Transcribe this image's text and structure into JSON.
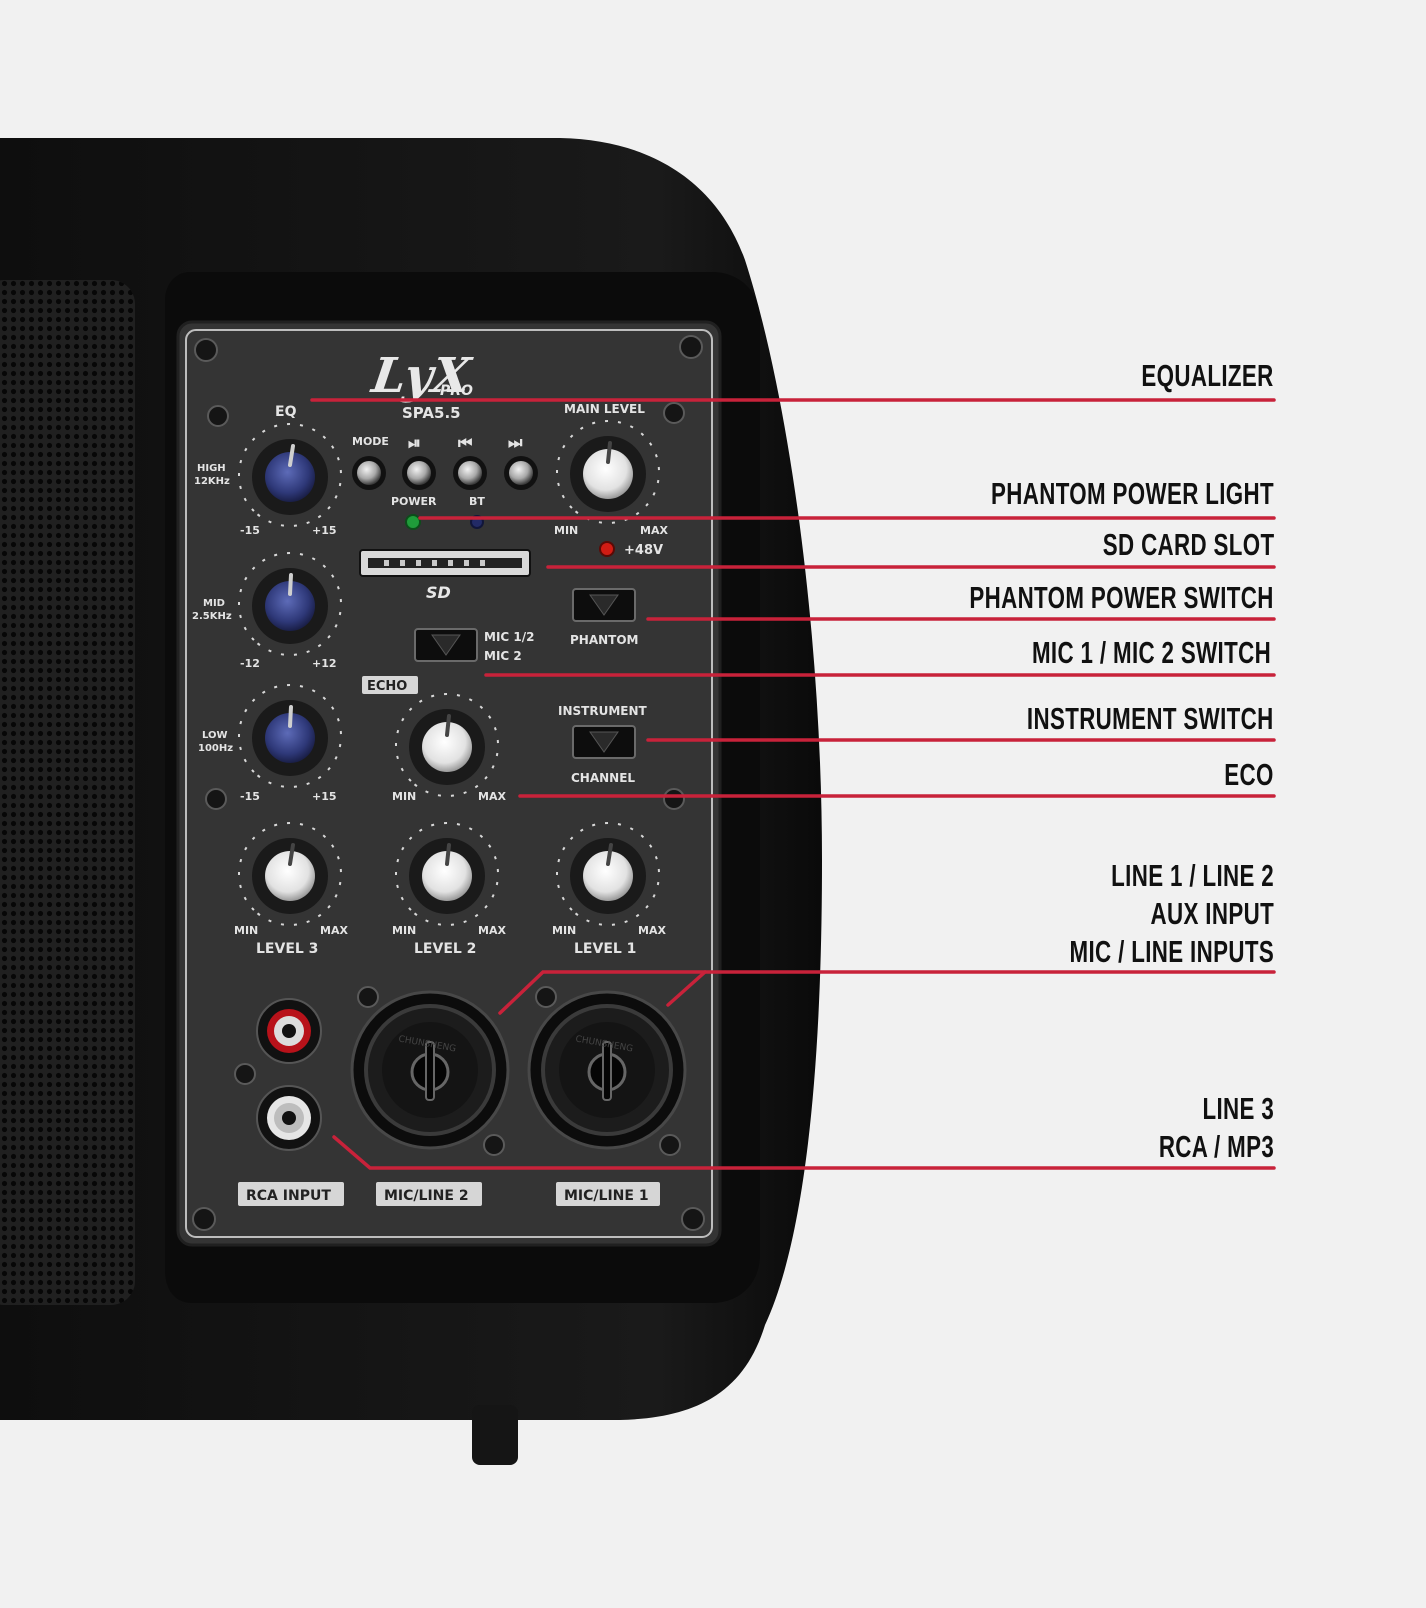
{
  "brand": {
    "logo": "LyX",
    "logo_sub": "PRO",
    "model": "SPA5.5"
  },
  "colors": {
    "accent": "#c8223a",
    "panel": "#343434",
    "body": "#111111",
    "background": "#f1f1f1"
  },
  "panel": {
    "eq": "EQ",
    "high": [
      "HIGH",
      "12KHz"
    ],
    "mid": [
      "MID",
      "2.5KHz"
    ],
    "low": [
      "LOW",
      "100Hz"
    ],
    "high_range": [
      "-15",
      "+15"
    ],
    "mid_range": [
      "-12",
      "+12"
    ],
    "low_range": [
      "-15",
      "+15"
    ],
    "mode": "MODE",
    "play_pause": "⏯",
    "prev": "⏮",
    "next": "⏭",
    "power": "POWER",
    "bt": "BT",
    "main_level": "MAIN LEVEL",
    "min": "MIN",
    "max": "MAX",
    "phantom_voltage": "+48V",
    "sd": "SD",
    "phantom": "PHANTOM",
    "mic_switch": [
      "MIC 1/2",
      "MIC 2"
    ],
    "echo": "ECHO",
    "instrument": "INSTRUMENT",
    "channel": "CHANNEL",
    "level3": "LEVEL 3",
    "level2": "LEVEL 2",
    "level1": "LEVEL 1",
    "rca_input": "RCA INPUT",
    "mic_line2": "MIC/LINE 2",
    "mic_line1": "MIC/LINE 1",
    "combo_brand": "CHUNSHENG"
  },
  "callouts": [
    {
      "lines": [
        "EQUALIZER"
      ]
    },
    {
      "lines": [
        "PHANTOM POWER LIGHT"
      ]
    },
    {
      "lines": [
        "SD CARD SLOT"
      ]
    },
    {
      "lines": [
        "PHANTOM POWER SWITCH"
      ]
    },
    {
      "lines": [
        "MIC 1 / MIC 2 SWITCH"
      ]
    },
    {
      "lines": [
        "INSTRUMENT SWITCH"
      ]
    },
    {
      "lines": [
        "ECO"
      ]
    },
    {
      "lines": [
        "LINE 1 / LINE 2",
        "AUX INPUT",
        "MIC / LINE INPUTS"
      ]
    },
    {
      "lines": [
        "LINE 3",
        "RCA / MP3"
      ]
    }
  ]
}
